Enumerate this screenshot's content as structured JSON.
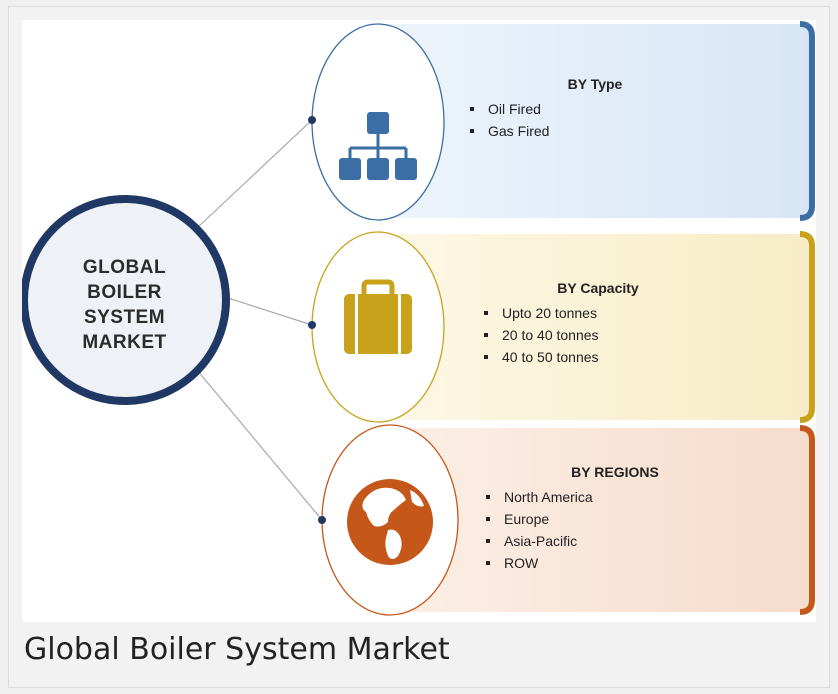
{
  "hub": {
    "line1": "GLOBAL",
    "line2": "BOILER",
    "line3": "SYSTEM",
    "line4": "MARKET"
  },
  "segments": [
    {
      "title": "BY Type",
      "items": [
        "Oil Fired",
        "Gas Fired"
      ],
      "icon": "hierarchy-icon",
      "color": "#3a6ea5"
    },
    {
      "title": "BY Capacity",
      "items": [
        "Upto 20 tonnes",
        "20 to 40 tonnes",
        "40 to 50 tonnes"
      ],
      "icon": "briefcase-icon",
      "color": "#c9a21c"
    },
    {
      "title": "BY REGIONS",
      "items": [
        "North America",
        "Europe",
        "Asia-Pacific",
        "ROW"
      ],
      "icon": "globe-icon",
      "color": "#c5571b"
    }
  ],
  "caption": "Global Boiler System Market"
}
